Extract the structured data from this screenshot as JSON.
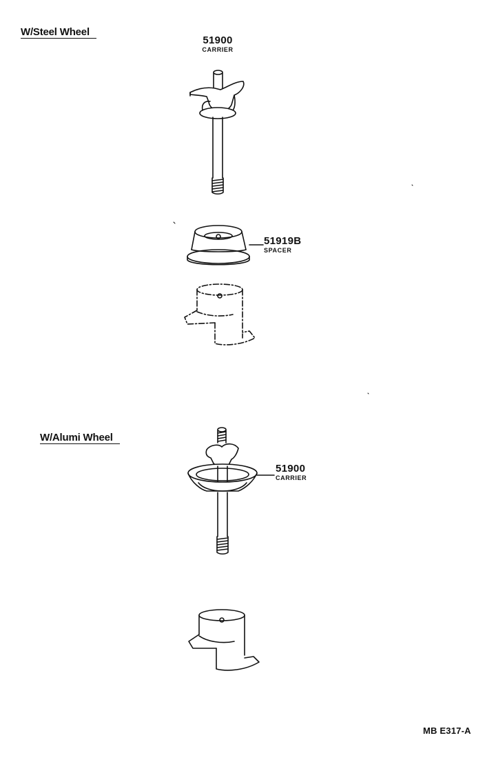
{
  "sections": [
    {
      "title": "W/Steel Wheel",
      "parts": [
        {
          "number": "51900",
          "name": "CARRIER"
        },
        {
          "number": "51919B",
          "name": "SPACER"
        }
      ]
    },
    {
      "title": "W/Alumi Wheel",
      "parts": [
        {
          "number": "51900",
          "name": "CARRIER"
        }
      ]
    }
  ],
  "diagram_code": "MB E317-A",
  "colors": {
    "ink": "#111111",
    "paper": "#ffffff"
  }
}
